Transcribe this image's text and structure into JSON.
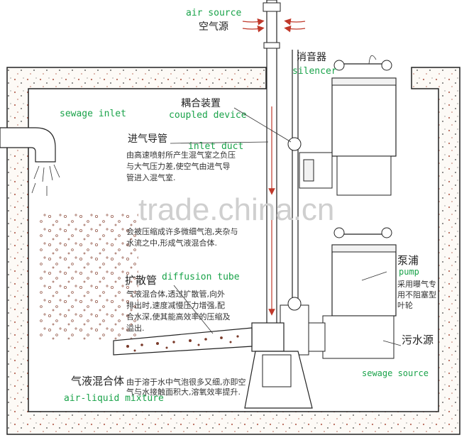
{
  "labels": {
    "air_source_en": "air source",
    "air_source_cn": "空气源",
    "silencer_cn": "消音器",
    "silencer_en": "silencer",
    "coupled_cn": "耦合装置",
    "coupled_en": "coupled device",
    "sewage_inlet_en": "sewage inlet",
    "inlet_duct_cn": "进气导管",
    "inlet_duct_en": "inlet duct",
    "inlet_desc_1": "由高速喷射所产生混气室之负压",
    "inlet_desc_2": "与大气压力差,使空气由进气导",
    "inlet_desc_3": "管进入混气室.",
    "mix_desc_1": "会被压缩成许多微细气泡,夹杂与",
    "mix_desc_2": "水流之中,形成气液混合体.",
    "diffusion_cn": "扩散管",
    "diffusion_en": "diffusion tube",
    "diff_desc_1": "气液混合体,透过扩散管,向外",
    "diff_desc_2": "排出时,速度减慢压力增强,配",
    "diff_desc_3": "合水深,使其能高效率的压缩及",
    "diff_desc_4": "溢出.",
    "pump_cn": "泵浦",
    "pump_en": "pump",
    "pump_desc_1": "采用曝气专",
    "pump_desc_2": "用不阻塞型",
    "pump_desc_3": "叶轮",
    "sewage_source_cn": "污水源",
    "sewage_source_en": "sewage source",
    "mixture_cn": "气液混合体",
    "mixture_en": "air-liquid mixture",
    "mixture_desc_1": "由于溶于水中气泡很多又细,亦即空",
    "mixture_desc_2": "气与水接触面积大,溶氧效率提升.",
    "watermark": "trade.china.cn"
  },
  "colors": {
    "english_text": "#1aa34a",
    "outline": "#222222",
    "arrow_red": "#c0392b"
  }
}
